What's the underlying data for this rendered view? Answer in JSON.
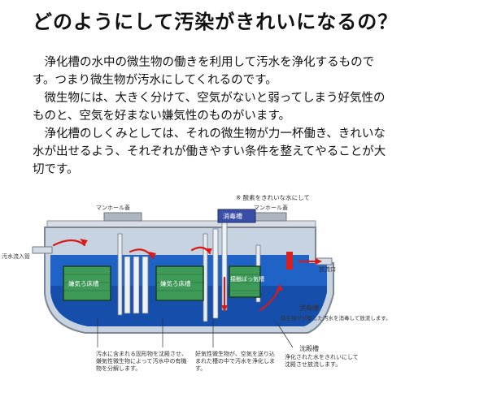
{
  "title": "どのようにして汚染がきれいになるの？",
  "paragraphs": [
    "浄化槽の水中の微生物の働きを利用して汚水を浄化するものです。つまり微生物が汚水にしてくれるのです。",
    "微生物には、大きく分けて、空気がないと弱ってしまう好気性のものと、空気を好まない嫌気性のものがいます。",
    "浄化槽のしくみとしては、それの微生物が力一杯働き、きれいな水が出せるよう、それぞれが働きやすい条件を整えてやることが大切です。"
  ],
  "diagram": {
    "colors": {
      "water": "#1f63c6",
      "water_deep": "#0d3f96",
      "media": "#3d9a57",
      "arrow": "#d81a1a",
      "tank_wall": "#bfc6cf"
    },
    "labels": {
      "blower_note": "※ 酸素をきれいな水にして",
      "disinfect_box": "消毒槽",
      "manhole_left": "マンホール蓋",
      "manhole_right": "マンホール蓋",
      "inlet": "汚水流入管",
      "outlet": "放流口",
      "chamber1": "嫌気ろ床槽",
      "chamber2": "嫌気ろ床槽",
      "chamber3": "接触ばっ気槽",
      "disinfect_tank": "消毒槽",
      "disinfect_desc": "微生物が分解した汚水を消毒して放流します。",
      "sediment": "沈殿槽",
      "sediment_desc": "浄化された水をきれいにして沈殿させ放流します。",
      "note_left": "汚水に含まれる固形物を沈殿させ、嫌気性微生物によって汚水中の有機物を分解します。",
      "note_mid": "好気性微生物が、空気を送り込まれた槽の中で汚水を浄化します。"
    }
  }
}
